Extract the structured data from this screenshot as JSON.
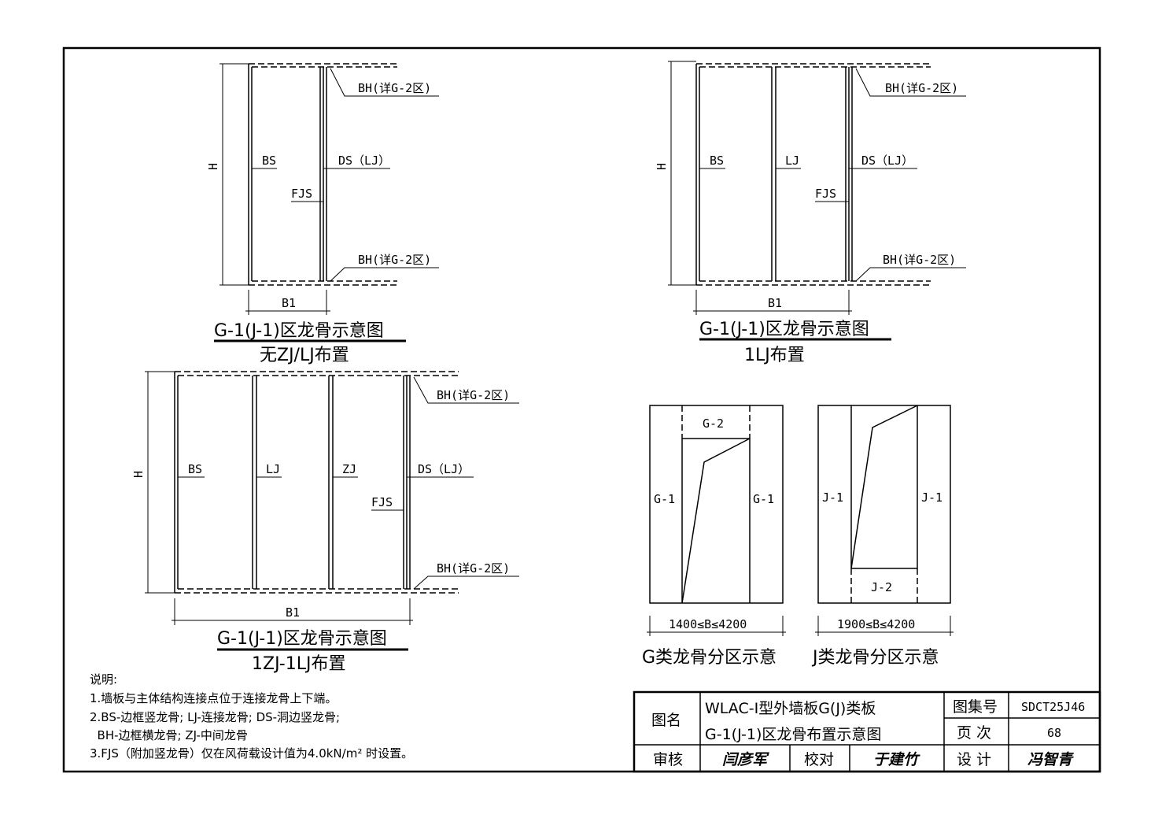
{
  "drawings": {
    "d1": {
      "labels": {
        "bh_top": "BH(详G-2区)",
        "bh_bottom": "BH(详G-2区)",
        "bs": "BS",
        "ds": "DS（LJ）",
        "fjs": "FJS",
        "h": "H",
        "b1": "B1"
      },
      "title": "G-1(J-1)区龙骨示意图",
      "subtitle": "无ZJ/LJ布置"
    },
    "d2": {
      "labels": {
        "bh_top": "BH(详G-2区)",
        "bh_bottom": "BH(详G-2区)",
        "bs": "BS",
        "lj": "LJ",
        "ds": "DS（LJ）",
        "fjs": "FJS",
        "h": "H",
        "b1": "B1"
      },
      "title": "G-1(J-1)区龙骨示意图",
      "subtitle": "1LJ布置"
    },
    "d3": {
      "labels": {
        "bh_top": "BH(详G-2区)",
        "bh_bottom": "BH(详G-2区)",
        "bs": "BS",
        "lj": "LJ",
        "zj": "ZJ",
        "ds": "DS（LJ）",
        "fjs": "FJS",
        "h": "H",
        "b1": "B1"
      },
      "title": "G-1(J-1)区龙骨示意图",
      "subtitle": "1ZJ-1LJ布置"
    },
    "g_zone": {
      "g2": "G-2",
      "g1_left": "G-1",
      "g1_right": "G-1",
      "range": "1400≤B≤4200",
      "title": "G类龙骨分区示意"
    },
    "j_zone": {
      "j2": "J-2",
      "j1_left": "J-1",
      "j1_right": "J-1",
      "range": "1900≤B≤4200",
      "title": "J类龙骨分区示意"
    }
  },
  "notes": {
    "heading": "说明:",
    "items": [
      "1.墙板与主体结构连接点位于连接龙骨上下端。",
      "2.BS-边框竖龙骨; LJ-连接龙骨; DS-洞边竖龙骨;",
      "  BH-边框横龙骨; ZJ-中间龙骨",
      "3.FJS（附加竖龙骨）仅在风荷载设计值为4.0kN/m² 时设置。"
    ]
  },
  "title_block": {
    "name_label": "图名",
    "name_line1": "WLAC-Ⅰ型外墙板G(J)类板",
    "name_line2": "G-1(J-1)区龙骨布置示意图",
    "atlas_label": "图集号",
    "atlas_value": "SDCT25J46",
    "page_label": "页 次",
    "page_value": "68",
    "review_label": "审核",
    "review_sig": "闫彦军",
    "check_label": "校对",
    "check_sig": "于建竹",
    "design_label": "设 计",
    "design_sig": "冯智青"
  }
}
